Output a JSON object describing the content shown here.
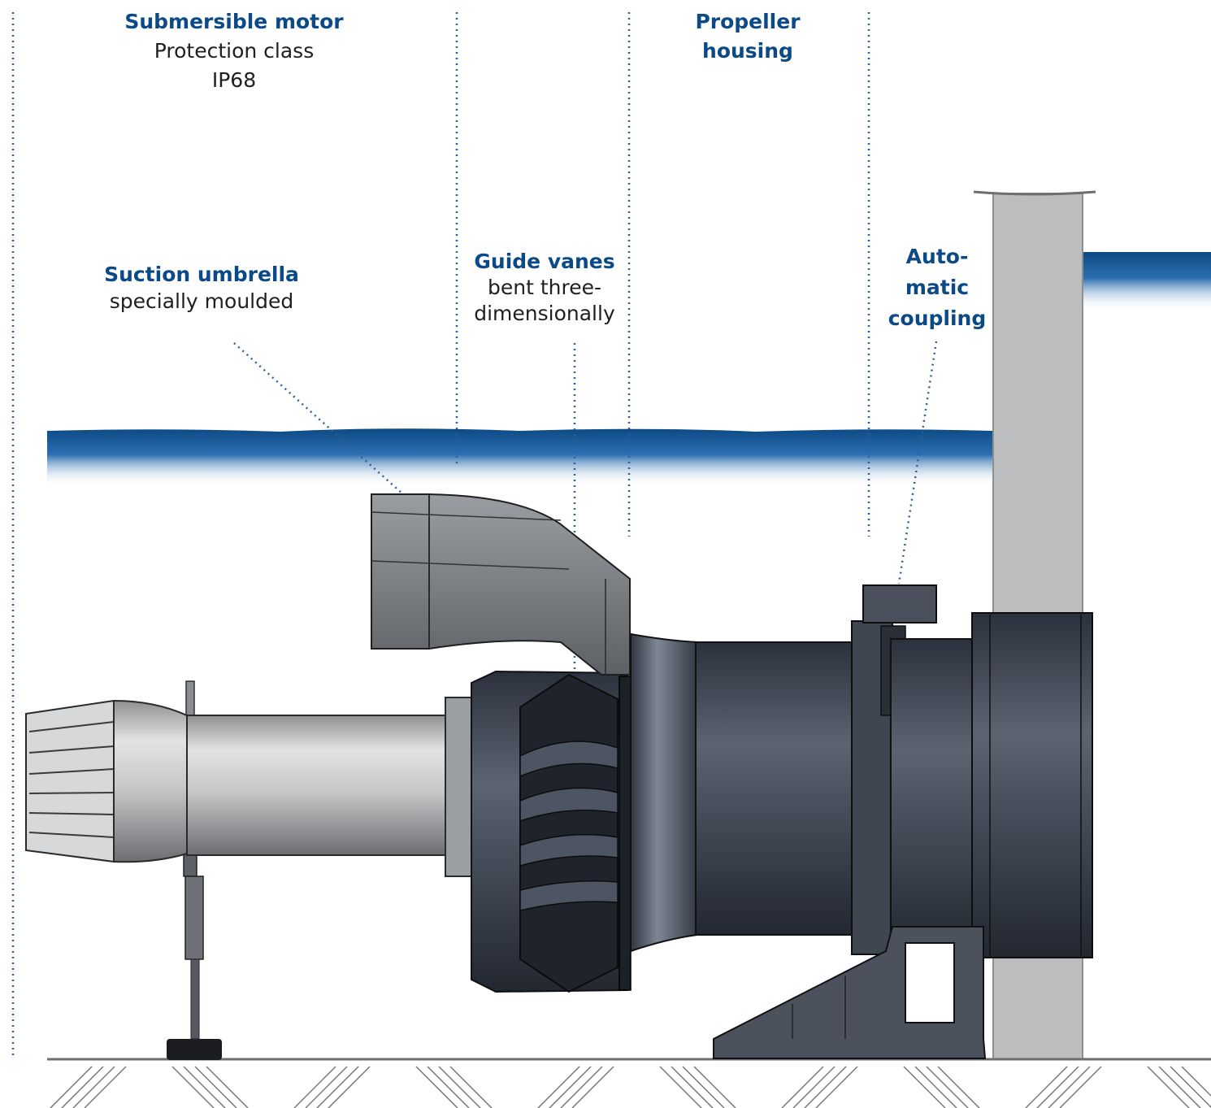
{
  "labels": {
    "submersible_motor": {
      "title": "Submersible motor",
      "line1": "Protection class",
      "line2": "IP68"
    },
    "propeller_housing": {
      "line1": "Propeller",
      "line2": "housing"
    },
    "suction_umbrella": {
      "title": "Suction umbrella",
      "desc": "specially moulded"
    },
    "guide_vanes": {
      "title": "Guide vanes",
      "line1": "bent three-",
      "line2": "dimensionally"
    },
    "automatic_coupling": {
      "line1": "Auto-",
      "line2": "matic",
      "line3": "coupling"
    }
  },
  "colors": {
    "label_title": "#0b4a86",
    "label_text": "#1f1f1f",
    "leader_line": "#2f5f98",
    "water_top": "#0d4a85",
    "machine_dark": "#3a4150",
    "steel_light": "#c9cbcd",
    "wall": "#bcbdbf"
  }
}
